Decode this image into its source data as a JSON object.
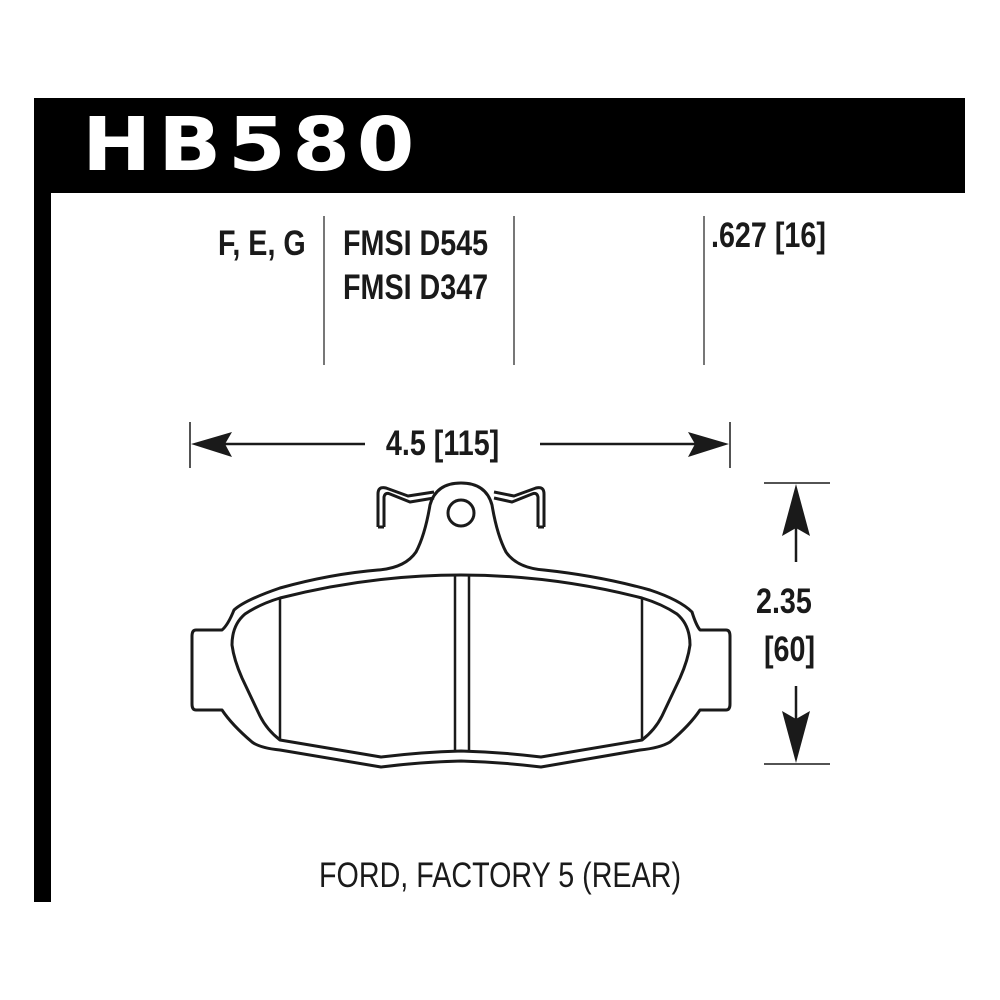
{
  "header": {
    "part_number": "HB580"
  },
  "specs": {
    "compounds": "F, E, G",
    "fmsi": [
      "FMSI D545",
      "FMSI D347"
    ],
    "thickness": ".627 [16]"
  },
  "dimensions": {
    "width": "4.5 [115]",
    "height_in": "2.35",
    "height_mm": "[60]"
  },
  "caption": "FORD, FACTORY 5 (REAR)",
  "colors": {
    "frame": "#000000",
    "text": "#1a1a1a",
    "divider": "#777777",
    "background": "#ffffff"
  }
}
